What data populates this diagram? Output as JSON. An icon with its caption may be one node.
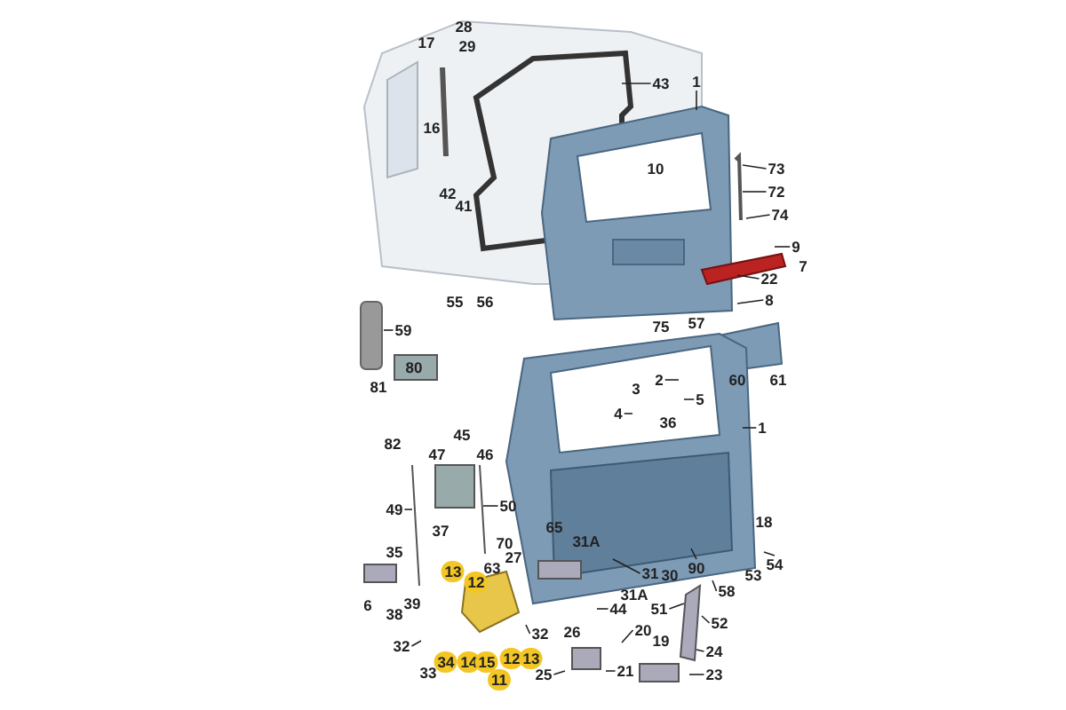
{
  "diagram": {
    "nodes": [
      {
        "text": [
          "43"
        ]
      },
      {
        "text": [
          "1"
        ]
      },
      {
        "text": [
          "73"
        ]
      },
      {
        "text": [
          "72"
        ]
      },
      {
        "text": [
          "74"
        ]
      },
      {
        "text": [
          "9"
        ]
      },
      {
        "text": [
          "22"
        ]
      },
      {
        "text": [
          "8"
        ]
      },
      {
        "text": [
          "59"
        ]
      },
      {
        "text": [
          "2"
        ]
      },
      {
        "text": [
          "4"
        ]
      },
      {
        "text": [
          "5"
        ]
      },
      {
        "text": [
          "1"
        ]
      },
      {
        "text": [
          "50"
        ]
      },
      {
        "text": [
          "49"
        ]
      },
      {
        "text": [
          "44"
        ]
      },
      {
        "text": [
          "20"
        ]
      },
      {
        "text": [
          "31"
        ]
      },
      {
        "text": [
          "21"
        ]
      },
      {
        "text": [
          "23"
        ]
      },
      {
        "text": [
          "24"
        ]
      },
      {
        "text": [
          "51"
        ]
      },
      {
        "text": [
          "58"
        ]
      },
      {
        "text": [
          "52"
        ]
      },
      {
        "text": [
          "25"
        ]
      },
      {
        "text": [
          "32"
        ]
      },
      {
        "text": [
          "32"
        ]
      },
      {
        "text": [
          "54"
        ]
      },
      {
        "text": [
          "90"
        ]
      }
    ],
    "edges": [
      {
        "from": 0,
        "to": null,
        "arrow": "none"
      },
      {
        "from": 1,
        "to": null,
        "arrow": "none"
      },
      {
        "from": 2,
        "to": null,
        "arrow": "none"
      },
      {
        "from": 3,
        "to": null,
        "arrow": "none"
      },
      {
        "from": 4,
        "to": null,
        "arrow": "none"
      },
      {
        "from": 5,
        "to": null,
        "arrow": "none"
      },
      {
        "from": 6,
        "to": null,
        "arrow": "none"
      },
      {
        "from": 7,
        "to": null,
        "arrow": "none"
      },
      {
        "from": 8,
        "to": null,
        "arrow": "none"
      },
      {
        "from": 9,
        "to": null,
        "arrow": "none"
      },
      {
        "from": 10,
        "to": null,
        "arrow": "none"
      },
      {
        "from": 11,
        "to": null,
        "arrow": "none"
      },
      {
        "from": 12,
        "to": null,
        "arrow": "none"
      },
      {
        "from": 13,
        "to": null,
        "arrow": "none"
      },
      {
        "from": 14,
        "to": null,
        "arrow": "none"
      },
      {
        "from": 15,
        "to": null,
        "arrow": "none"
      },
      {
        "from": 16,
        "to": null,
        "arrow": "none"
      },
      {
        "from": 17,
        "to": null,
        "arrow": "none"
      },
      {
        "from": 18,
        "to": null,
        "arrow": "none"
      },
      {
        "from": 19,
        "to": null,
        "arrow": "none"
      },
      {
        "from": 20,
        "to": null,
        "arrow": "none"
      },
      {
        "from": 21,
        "to": null,
        "arrow": "none"
      },
      {
        "from": 22,
        "to": null,
        "arrow": "none"
      },
      {
        "from": 23,
        "to": null,
        "arrow": "none"
      },
      {
        "from": 24,
        "to": null,
        "arrow": "none"
      },
      {
        "from": 25,
        "to": null,
        "arrow": "none"
      },
      {
        "from": 26,
        "to": null,
        "arrow": "none"
      },
      {
        "from": 27,
        "to": null,
        "arrow": "none"
      },
      {
        "from": 28,
        "to": null,
        "arrow": "none"
      }
    ],
    "labels": [
      "28",
      "17",
      "29",
      "16",
      "42",
      "41",
      "10",
      "7",
      "55",
      "56",
      "75",
      "57",
      "80",
      "81",
      "82",
      "60",
      "61",
      "3",
      "36",
      "45",
      "47",
      "46",
      "37",
      "18",
      "65",
      "70",
      "31A",
      "27",
      "63",
      "35",
      "30",
      "53",
      "31A",
      "6",
      "13",
      "12",
      "39",
      "38",
      "19",
      "26",
      "34",
      "14",
      "15",
      "12",
      "13",
      "33",
      "11"
    ]
  }
}
